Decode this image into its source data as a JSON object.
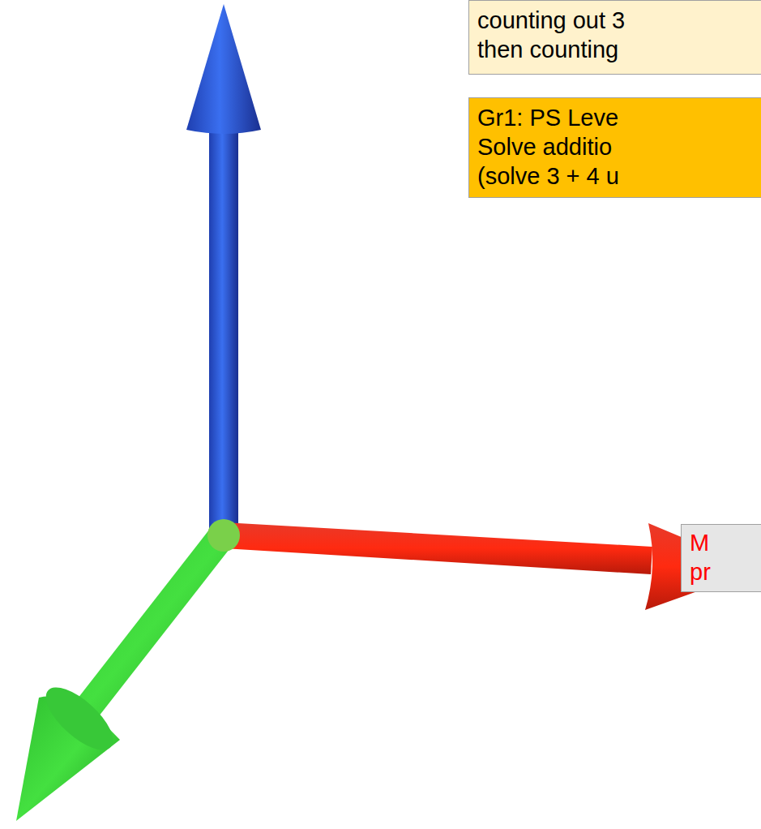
{
  "diagram": {
    "nodes": [
      {
        "text": [
          "counting out 3 then counting"
        ]
      },
      {
        "text": [
          "Gr1: PS Leve Solve additio (solve 3 + 4 u"
        ]
      },
      {
        "text": [
          "M pr"
        ]
      }
    ]
  }
}
